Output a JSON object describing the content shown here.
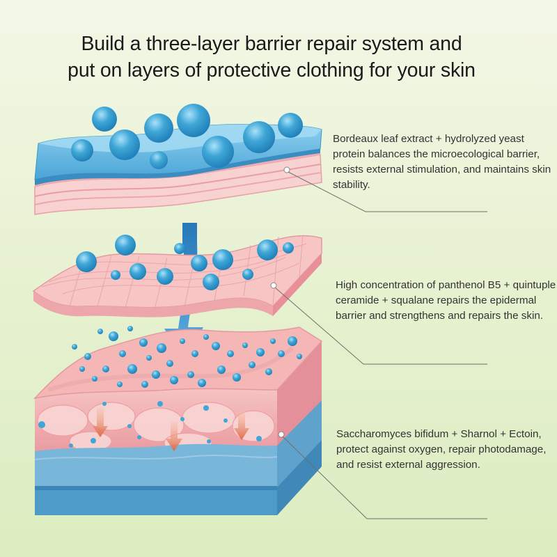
{
  "title": {
    "line1": "Build a three-layer barrier repair system and",
    "line2": "put on layers of protective clothing for your skin"
  },
  "layers": [
    {
      "name": "top-layer",
      "description": "Bordeaux leaf extract + hydrolyzed yeast protein balances the microecological barrier, resists external stimulation, and maintains skin stability."
    },
    {
      "name": "middle-layer",
      "description": "High concentration of panthenol B5 + quintuple ceramide + squalane repairs the epidermal barrier and strengthens and repairs the skin."
    },
    {
      "name": "bottom-layer",
      "description": "Saccharomyces bifidum + Sharnol + Ectoin, protect against oxygen, repair photodamage, and resist external aggression."
    }
  ],
  "colors": {
    "background": "#e6f1cf",
    "bubble": "#3fa6d6",
    "skin": "#f4b6b6",
    "water": "#6fb7dc",
    "arrow": "#2f8fd0",
    "orange_arrow": "#e57b5b"
  }
}
